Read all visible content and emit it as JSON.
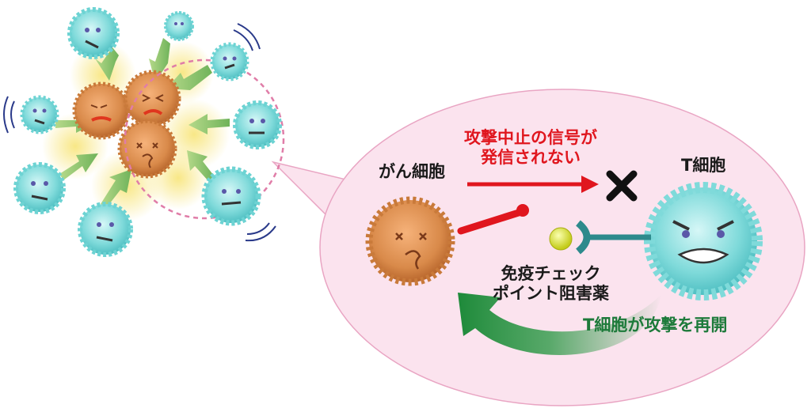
{
  "labels": {
    "signal_line1": "攻撃中止の信号が",
    "signal_line2": "発信されない",
    "cancer_cell": "がん細胞",
    "t_cell": "T細胞",
    "inhibitor_line1": "免疫チェック",
    "inhibitor_line2": "ポイント阻害薬",
    "resume": "T細胞が攻撃を再開"
  },
  "colors": {
    "signal_text": "#e0161e",
    "resume_text": "#1d7a3a",
    "bubble": "#fbe3ee",
    "cancer_cell": "#c8743a",
    "t_cell": "#6dd3d3",
    "arrow_green": "#2f9a48"
  },
  "icons": {
    "block": "cross-mark-icon",
    "drug": "drug-ball-icon"
  }
}
